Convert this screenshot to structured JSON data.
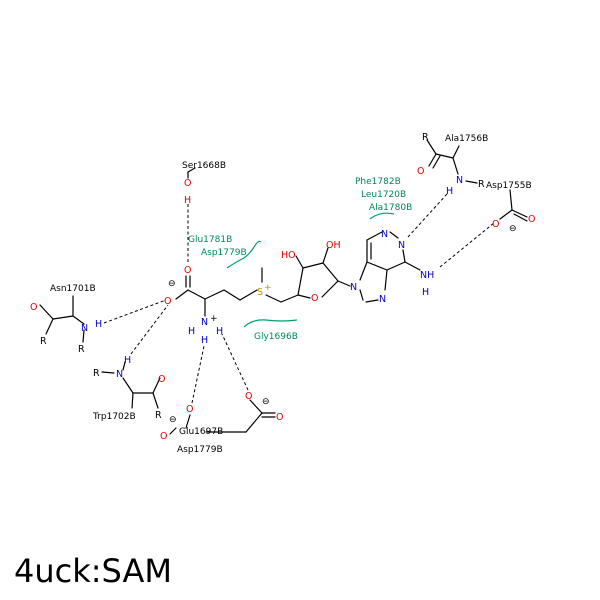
{
  "title": "4uck:SAM",
  "ligand_atoms": {
    "O": "O",
    "HO": "HO",
    "OH": "OH",
    "N": "N",
    "NH": "NH",
    "H": "H",
    "S": "S",
    "minus": "⊖",
    "plus": "+"
  },
  "residues": {
    "ser1668": "Ser1668B",
    "glu1781": "Glu1781B",
    "asp1779_top": "Asp1779B",
    "asn1701": "Asn1701B",
    "trp1702": "Trp1702B",
    "glu1697": "Glu1697B",
    "asp1779_bottom": "Asp1779B",
    "gly1696": "Gly1696B",
    "phe1782": "Phe1782B",
    "leu1720": "Leu1720B",
    "ala1780": "Ala1780B",
    "ala1756": "Ala1756B",
    "asp1755": "Asp1755B"
  },
  "r_group": "R",
  "colors": {
    "oxygen": "#e00000",
    "nitrogen": "#0000cc",
    "sulfur": "#c89000",
    "hydrophobic": "#00a06a",
    "bond": "#000000"
  }
}
